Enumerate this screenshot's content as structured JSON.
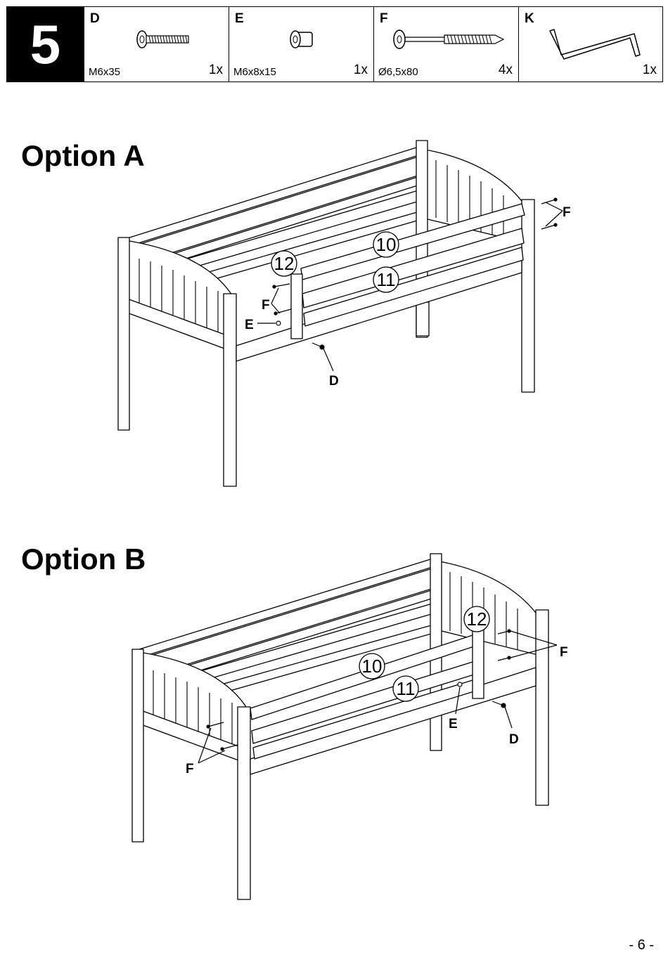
{
  "step": {
    "number": "5"
  },
  "parts": [
    {
      "letter": "D",
      "spec": "M6x35",
      "qty": "1x",
      "icon": "bolt-icon"
    },
    {
      "letter": "E",
      "spec": "M6x8x15",
      "qty": "1x",
      "icon": "barrel-nut-icon"
    },
    {
      "letter": "F",
      "spec": "Ø6,5x80",
      "qty": "4x",
      "icon": "screw-icon"
    },
    {
      "letter": "K",
      "spec": "",
      "qty": "1x",
      "icon": "allen-key-icon"
    }
  ],
  "option_a": {
    "title": "Option A",
    "callouts": {
      "rail_top": "10",
      "rail_bottom": "11",
      "post": "12",
      "f_right": "F",
      "f_left": "F",
      "e": "E",
      "d": "D"
    }
  },
  "option_b": {
    "title": "Option B",
    "callouts": {
      "rail_top": "10",
      "rail_bottom": "11",
      "post": "12",
      "f_right": "F",
      "f_left": "F",
      "e": "E",
      "d": "D"
    }
  },
  "footer": {
    "page": "- 6 -"
  }
}
